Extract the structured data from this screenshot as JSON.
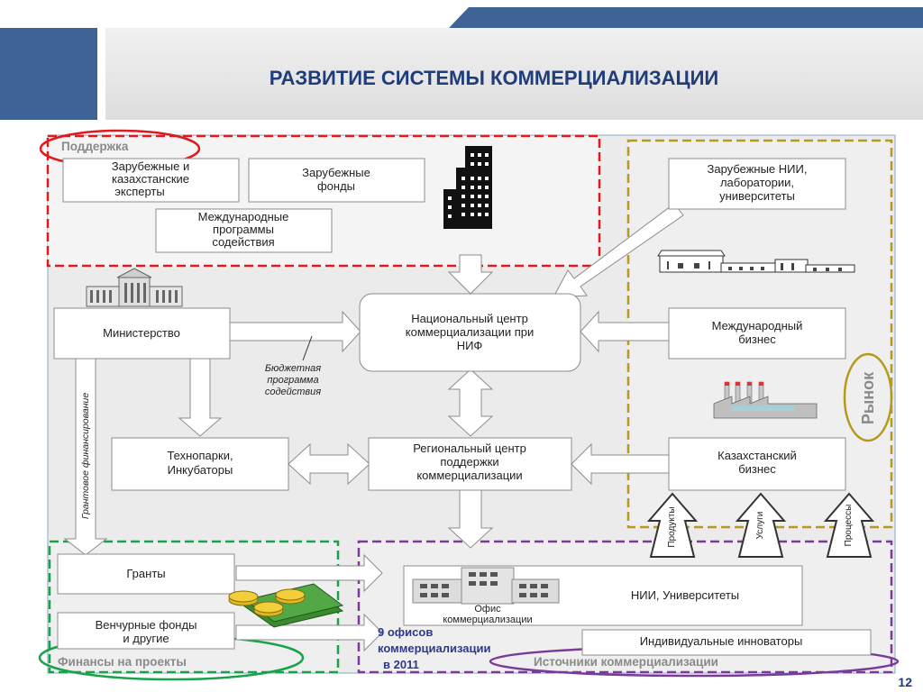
{
  "title": "РАЗВИТИЕ СИСТЕМЫ КОММЕРЦИАЛИЗАЦИИ",
  "page_number": "12",
  "sections": {
    "support": "Поддержка",
    "market": "Рынок",
    "finance": "Финансы на проекты",
    "sources": "Источники коммерциализации"
  },
  "boxes": {
    "foreign_kz_experts": [
      "Зарубежные и",
      "казахстанские",
      "эксперты"
    ],
    "foreign_funds": [
      "Зарубежные",
      "фонды"
    ],
    "intl_programs": [
      "Международные",
      "программы",
      "содействия"
    ],
    "foreign_research": [
      "Зарубежные НИИ,",
      "лаборатории,",
      "университеты"
    ],
    "ministry": [
      "Министерство"
    ],
    "national_center": [
      "Национальный центр",
      "коммерциализации при",
      "НИФ"
    ],
    "intl_business": [
      "Международный",
      "бизнес"
    ],
    "technoparks": [
      "Технопарки,",
      "Инкубаторы"
    ],
    "regional_center": [
      "Региональный центр",
      "поддержки",
      "коммерциализации"
    ],
    "kz_business": [
      "Казахстанский",
      "бизнес"
    ],
    "grants": [
      "Гранты"
    ],
    "venture_funds": [
      "Венчурные фонды",
      "и другие"
    ],
    "research_univ": [
      "НИИ, Университеты"
    ],
    "commercialization_office": [
      "Офис",
      "коммерциализации"
    ],
    "individual_innovators": [
      "Индивидуальные инноваторы"
    ]
  },
  "annotations": {
    "budget_program": [
      "Бюджетная",
      "программа",
      "содействия"
    ],
    "grant_financing": "Грантовое финансирование",
    "offices_note": [
      "9 офисов",
      "коммерциализации",
      "в 2011"
    ]
  },
  "flows": [
    "Продукты",
    "Услуги",
    "Процессы"
  ],
  "colors": {
    "title": "#1f3d7a",
    "accent_blue": "#3e6496",
    "support_border": "#e0191c",
    "market_border": "#b59a1e",
    "finance_border": "#18a34a",
    "sources_border": "#7a3a9a",
    "ellipse_red": "#e0191c",
    "ellipse_gold": "#b59a1e",
    "ellipse_green": "#18a34a",
    "ellipse_purple": "#7a3a9a",
    "offices_text": "#2d3a8c"
  }
}
